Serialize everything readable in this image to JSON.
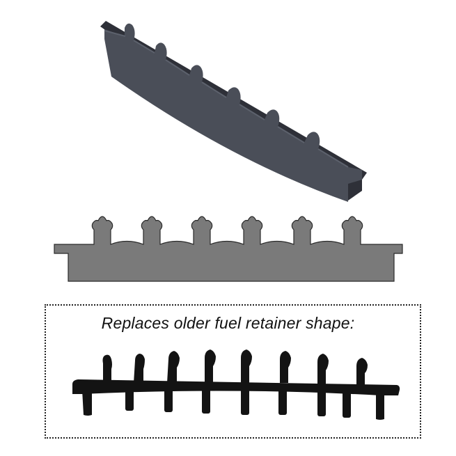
{
  "caption": {
    "text": "Replaces older fuel retainer shape:"
  },
  "colors": {
    "new_part_face": "#4a4e58",
    "new_part_side": "#2e3038",
    "profile_fill": "#7a7a7a",
    "profile_outline": "#2a2a2a",
    "old_part": "#131313"
  },
  "illustrations": [
    {
      "name": "new-retainer-3d-view"
    },
    {
      "name": "new-retainer-profile"
    },
    {
      "name": "old-retainer-shape"
    }
  ]
}
